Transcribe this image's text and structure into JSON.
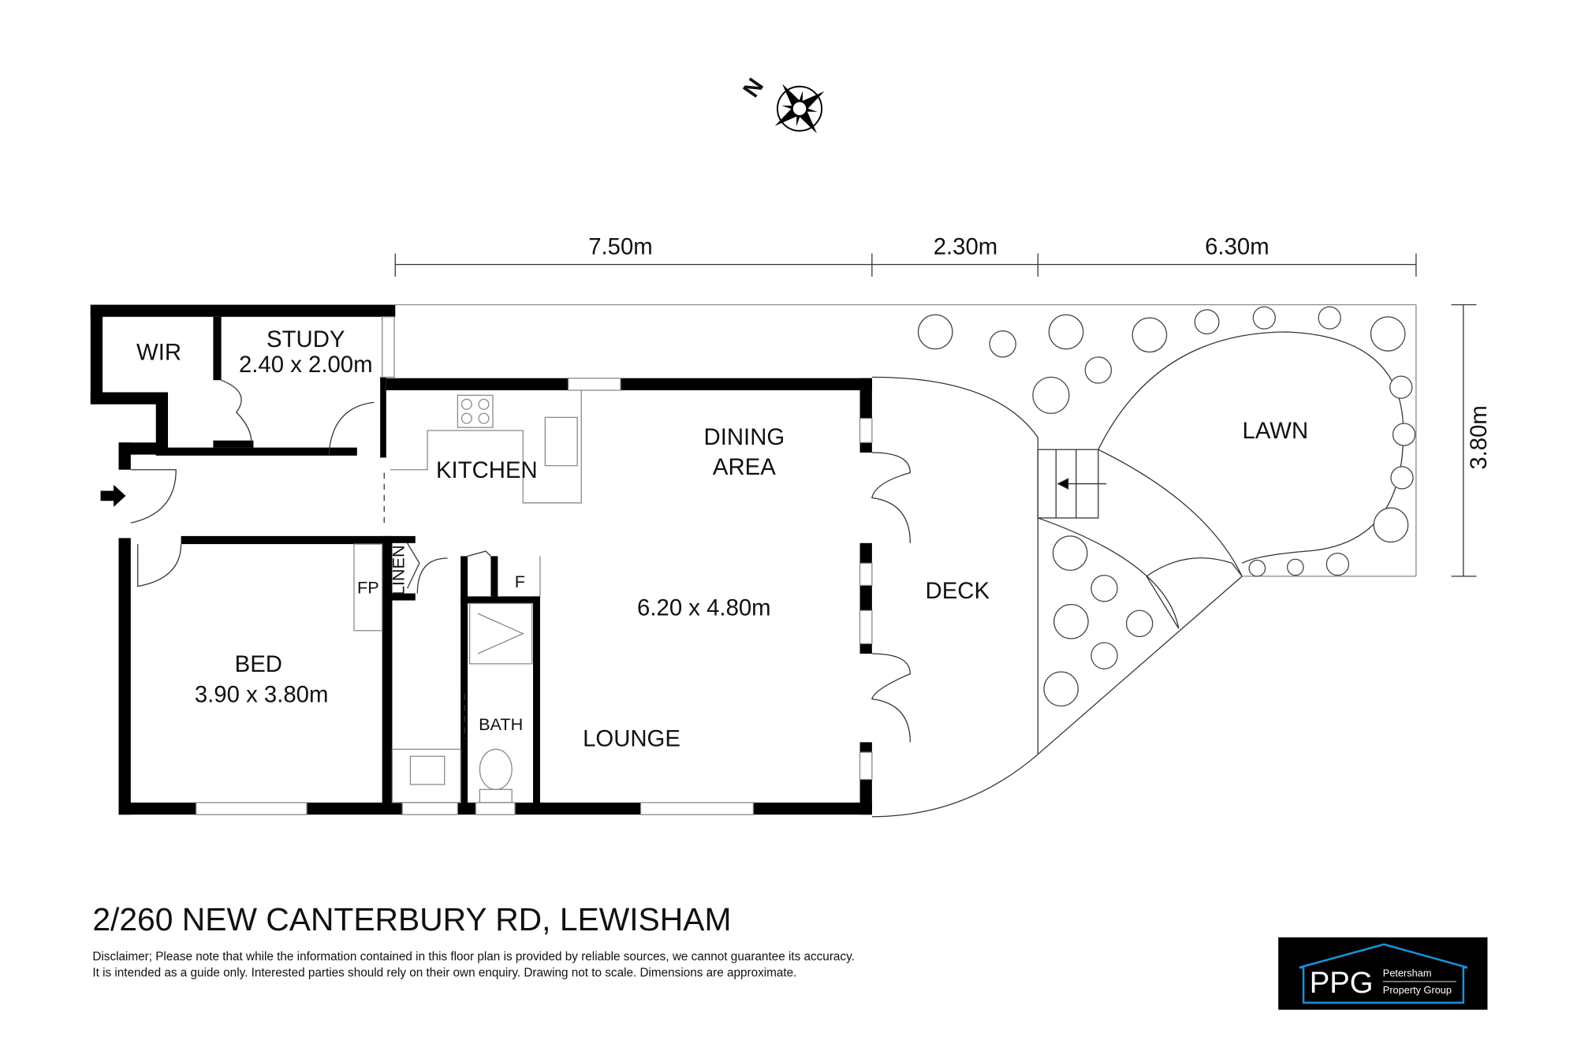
{
  "compass": {
    "label": "N"
  },
  "dimensions": {
    "top": [
      "7.50m",
      "2.30m",
      "6.30m"
    ],
    "right": "3.80m"
  },
  "rooms": {
    "wir": "WIR",
    "study": "STUDY",
    "study_size": "2.40 x 2.00m",
    "kitchen": "KITCHEN",
    "dining_1": "DINING",
    "dining_2": "AREA",
    "living_size": "6.20 x 4.80m",
    "lounge": "LOUNGE",
    "bath": "BATH",
    "bed": "BED",
    "bed_size": "3.90 x 3.80m",
    "fp": "FP",
    "linen": "LINEN",
    "fridge": "F",
    "deck": "DECK",
    "lawn": "LAWN"
  },
  "footer": {
    "address": "2/260 NEW CANTERBURY RD, LEWISHAM",
    "disclaimer_1": "Disclaimer; Please note that while the information contained in this floor plan is provided by reliable sources, we cannot guarantee its accuracy.",
    "disclaimer_2": "It is intended as a guide only. Interested parties should rely on their own enquiry. Drawing not to scale.  Dimensions are approximate."
  },
  "logo": {
    "initials": "PPG",
    "line_1": "Petersham",
    "line_2": "Property Group",
    "accent": "#1a8fd6"
  }
}
